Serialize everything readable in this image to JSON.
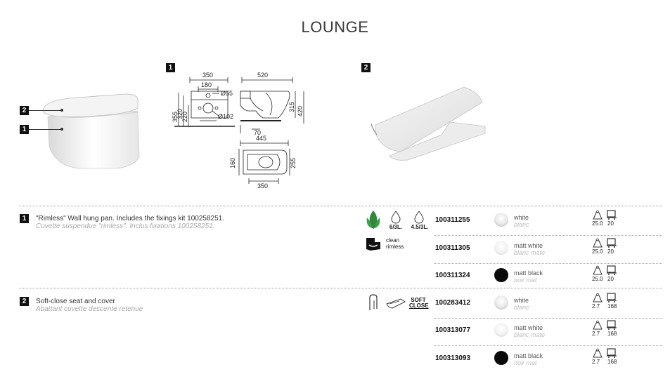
{
  "title": "LOUNGE",
  "badges": {
    "one": "1",
    "two": "2"
  },
  "drawing": {
    "top_width": "350",
    "top_inner": "180",
    "d55": "Ø55",
    "d102": "Ø102",
    "h355": "355",
    "h320": "320",
    "h220": "220",
    "side_width": "520",
    "h315": "315",
    "h420": "420",
    "d70": "70",
    "plan_outer": "445",
    "plan_width": "350",
    "plan_h160": "160",
    "plan_h255": "255"
  },
  "products": [
    {
      "badge": "1",
      "desc_en": "\"Rimless\" Wall hung pan. Includes the fixings kit 100258251.",
      "desc_fr": "Cuvette suspendue \"rimless\". Inclus fixations 100258251.",
      "features": {
        "flush1": "6/3L.",
        "flush2": "4.5/3L.",
        "clean": "clean",
        "rimless": "rimless"
      },
      "variants": [
        {
          "code": "100311255",
          "color": "white",
          "color_fr": "blanc",
          "weight": "25.0",
          "qty": "20",
          "swatch": "#ffffff"
        },
        {
          "code": "100311305",
          "color": "matt white",
          "color_fr": "blanc mate",
          "weight": "25.0",
          "qty": "20",
          "swatch": "#f2f2f2"
        },
        {
          "code": "100311324",
          "color": "matt black",
          "color_fr": "noir mat",
          "weight": "25.0",
          "qty": "20",
          "swatch": "#0a0a0a"
        }
      ]
    },
    {
      "badge": "2",
      "desc_en": "Soft-close seat and cover",
      "desc_fr": "Abattant cuvette descente retenue",
      "features": {
        "soft": "SOFT",
        "close": "CLOSE"
      },
      "variants": [
        {
          "code": "100283412",
          "color": "white",
          "color_fr": "blanc",
          "weight": "2.7",
          "qty": "168",
          "swatch": "#ffffff"
        },
        {
          "code": "100313077",
          "color": "matt white",
          "color_fr": "blanc mate",
          "weight": "2.7",
          "qty": "168",
          "swatch": "#f2f2f2"
        },
        {
          "code": "100313093",
          "color": "matt black",
          "color_fr": "noir mat",
          "weight": "2.7",
          "qty": "168",
          "swatch": "#0a0a0a"
        }
      ]
    }
  ]
}
